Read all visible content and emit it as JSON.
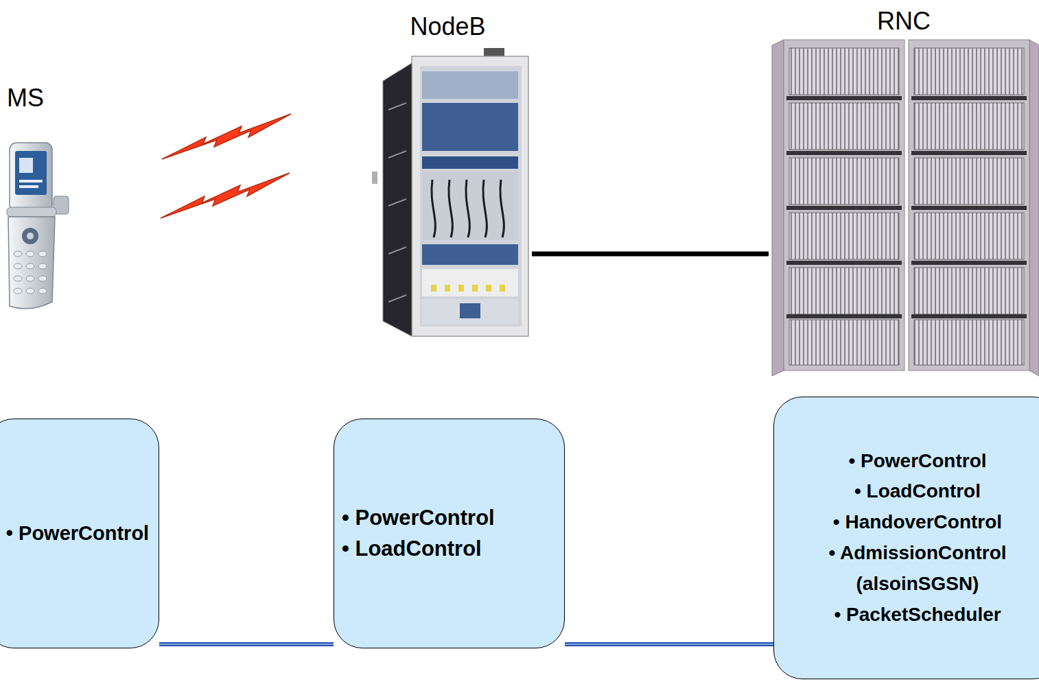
{
  "diagram": {
    "nodes": [
      {
        "text": [
          "MS"
        ]
      },
      {
        "text": [
          "NodeB"
        ]
      },
      {
        "text": [
          "RNC"
        ]
      },
      {
        "text": [
          "• PowerControl"
        ]
      },
      {
        "text": [
          "• PowerControl",
          "• LoadControl"
        ]
      },
      {
        "text": [
          "• PowerControl",
          "• LoadControl",
          "• HandoverControl",
          "• AdmissionControl (alsoinSGSN)",
          "• PacketScheduler"
        ]
      }
    ],
    "edges": [
      {
        "from": 1,
        "to": 2,
        "arrow": "none"
      },
      {
        "from": 3,
        "to": 4,
        "arrow": "none"
      },
      {
        "from": 4,
        "to": 5,
        "arrow": "none"
      }
    ]
  }
}
